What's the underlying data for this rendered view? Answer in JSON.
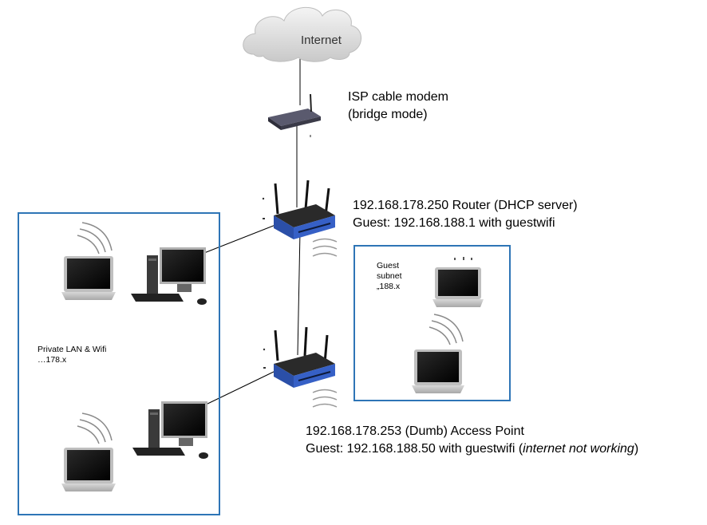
{
  "cloud": {
    "label": "Internet"
  },
  "modem": {
    "line1": "ISP cable modem",
    "line2": "(bridge mode)"
  },
  "router": {
    "line1": "192.168.178.250 Router (DHCP server)",
    "line2": "Guest: 192.168.188.1 with guestwifi"
  },
  "access_point": {
    "line1": "192.168.178.253 (Dumb) Access Point",
    "line2_prefix": "Guest: 192.168.188.50 with guestwifi (",
    "line2_italic": "internet not working",
    "line2_suffix": ")"
  },
  "private_lan": {
    "line1": "Private LAN & Wifi",
    "line2": "…178.x"
  },
  "guest_subnet": {
    "line1": "Guest",
    "line2": "subnet",
    "line3": "„188.x"
  },
  "colors": {
    "box_border": "#2e75b6",
    "device_blue": "#2b4fa8",
    "device_dark": "#1c1c1c"
  }
}
